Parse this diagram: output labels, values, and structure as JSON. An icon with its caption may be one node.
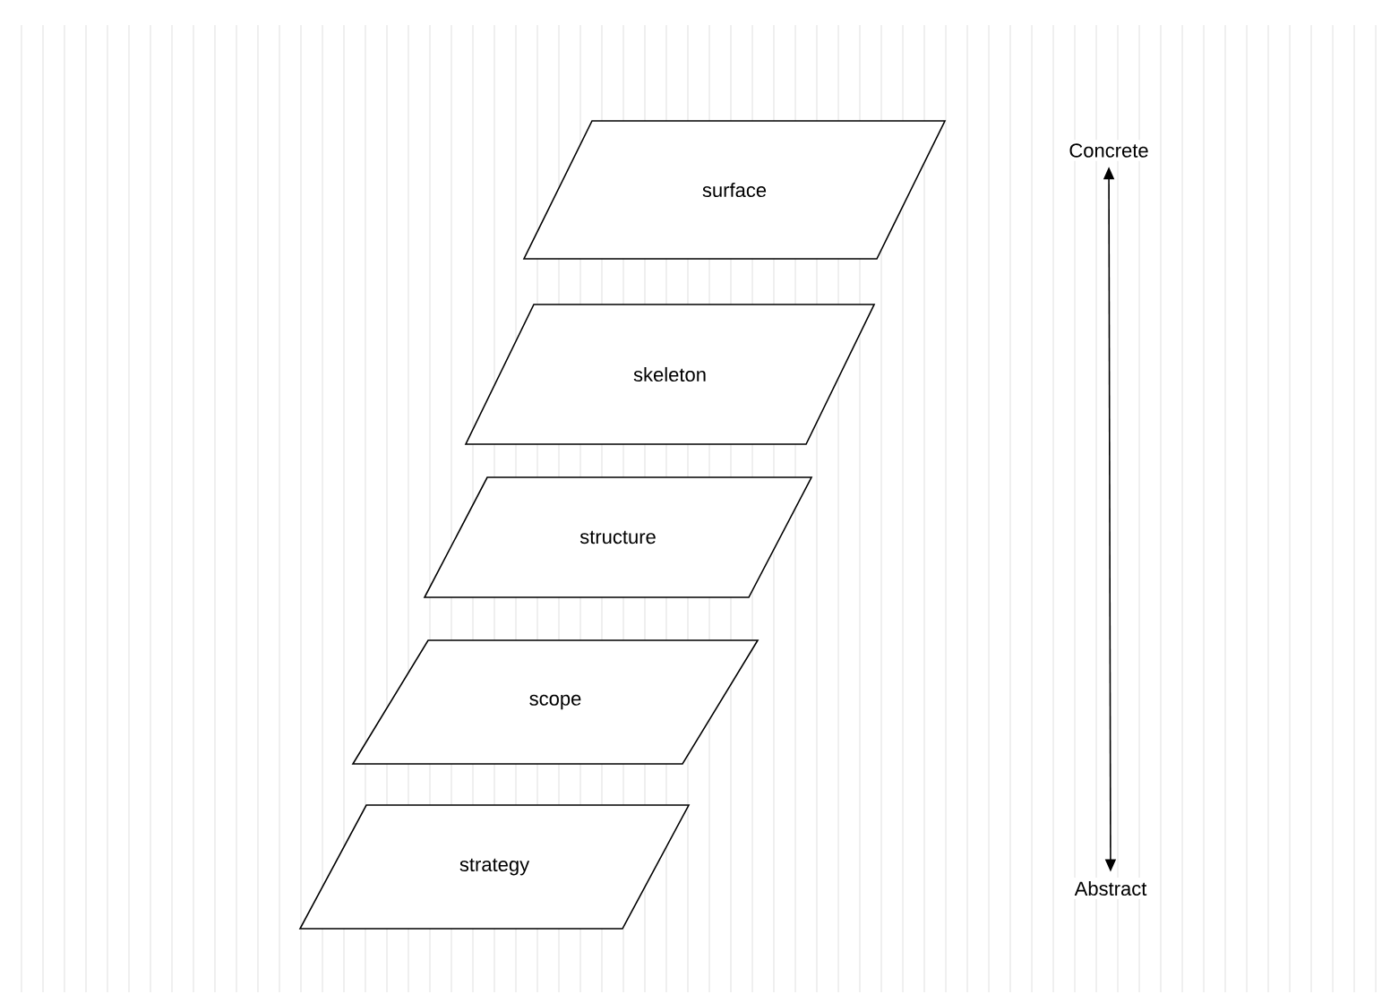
{
  "diagram": {
    "nodes": [
      {
        "text": [
          "surface"
        ]
      },
      {
        "text": [
          "skeleton"
        ]
      },
      {
        "text": [
          "structure"
        ]
      },
      {
        "text": [
          "scope"
        ]
      },
      {
        "text": [
          "strategy"
        ]
      },
      {
        "text": [
          "Concrete"
        ]
      },
      {
        "text": [
          "Abstract"
        ]
      }
    ],
    "edges": [
      {
        "from": 6,
        "to": 5,
        "arrow": "both"
      }
    ]
  }
}
